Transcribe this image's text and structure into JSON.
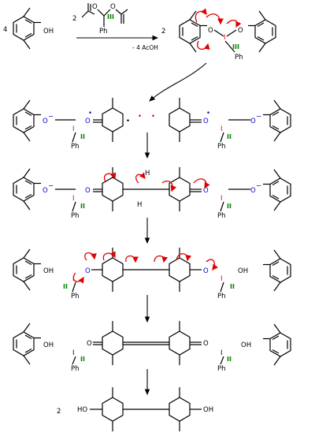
{
  "labels": {
    "coef_4": "4",
    "coef_2a": "2",
    "coef_2b": "2",
    "coef_2c": "2",
    "byproduct": "- 4 AcOH",
    "oh": "OH",
    "ho": "HO",
    "o": "O",
    "o_minus": "O",
    "minus": "−",
    "dot": "•",
    "iodine": "I",
    "ph": "Ph",
    "ox3": "III",
    "ox1": "II",
    "h": "H"
  },
  "colors": {
    "bond": "#000000",
    "arrow_curly": "#e00000",
    "oxygen": "#0000cc",
    "iodine": "#e00000",
    "oxidation_state": "#008000"
  }
}
